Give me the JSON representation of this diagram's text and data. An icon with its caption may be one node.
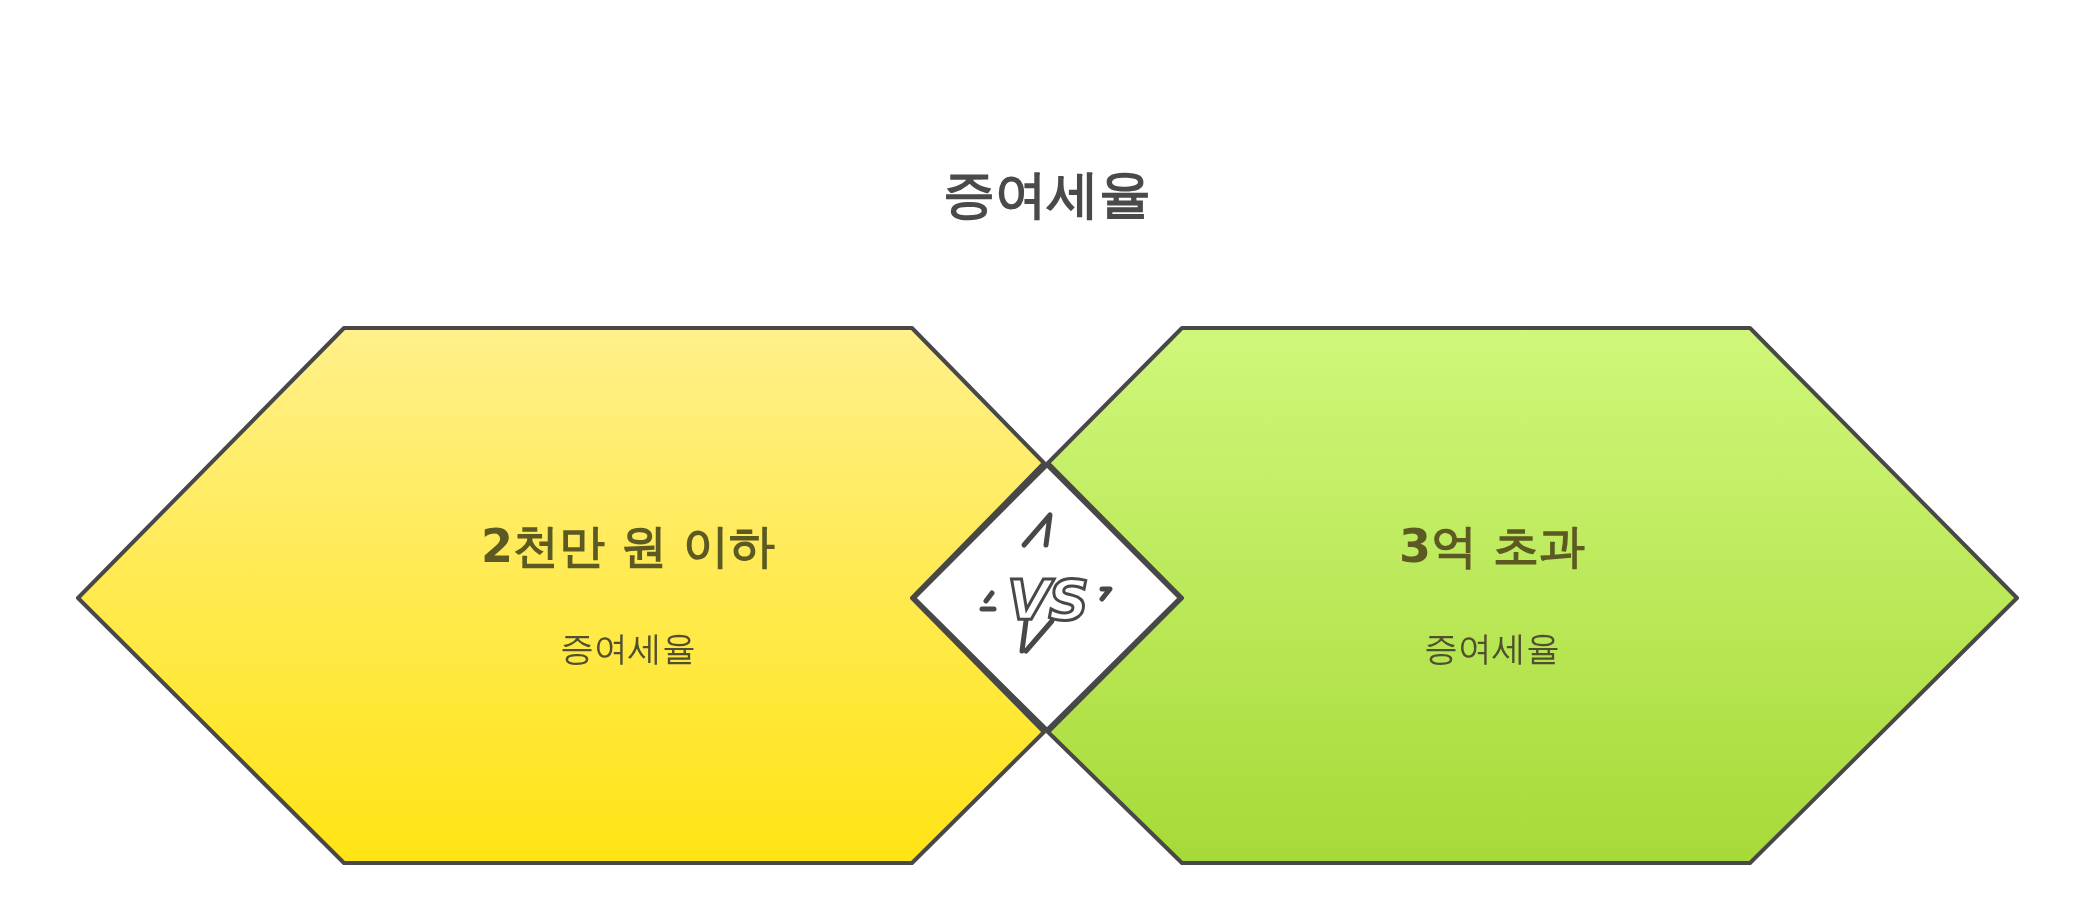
{
  "diagram": {
    "title": "증여세율",
    "nodes": [
      {
        "text": [
          "2천만 원 이하",
          "증여세율"
        ]
      },
      {
        "text": [
          "3억 초과",
          "증여세율"
        ]
      },
      {
        "text": [
          "VS"
        ]
      }
    ]
  }
}
